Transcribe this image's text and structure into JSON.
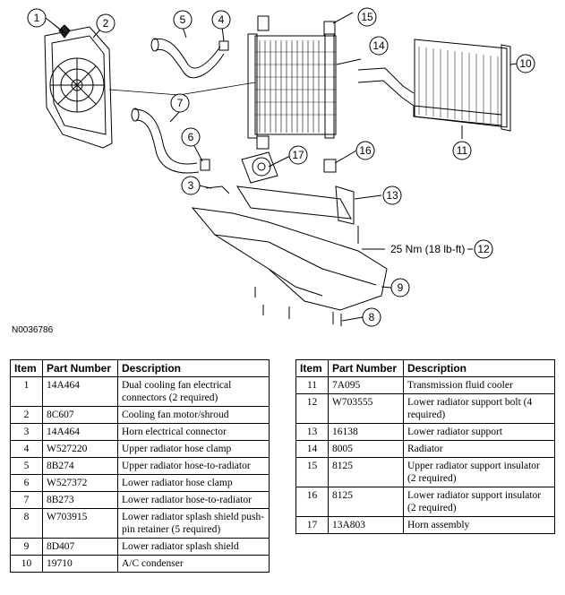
{
  "figure_id": "N0036786",
  "callouts": [
    "1",
    "2",
    "3",
    "4",
    "5",
    "6",
    "7",
    "8",
    "9",
    "10",
    "11",
    "12",
    "13",
    "14",
    "15",
    "16",
    "17"
  ],
  "torque_spec": "25 Nm (18 lb-ft)",
  "table_headers": {
    "item": "Item",
    "part_number": "Part Number",
    "description": "Description"
  },
  "parts_left": [
    {
      "item": "1",
      "part_number": "14A464",
      "description": "Dual cooling fan electrical connectors (2 required)"
    },
    {
      "item": "2",
      "part_number": "8C607",
      "description": "Cooling fan motor/shroud"
    },
    {
      "item": "3",
      "part_number": "14A464",
      "description": "Horn electrical connector"
    },
    {
      "item": "4",
      "part_number": "W527220",
      "description": "Upper radiator hose clamp"
    },
    {
      "item": "5",
      "part_number": "8B274",
      "description": "Upper radiator hose-to-radiator"
    },
    {
      "item": "6",
      "part_number": "W527372",
      "description": "Lower radiator hose clamp"
    },
    {
      "item": "7",
      "part_number": "8B273",
      "description": "Lower radiator hose-to-radiator"
    },
    {
      "item": "8",
      "part_number": "W703915",
      "description": "Lower radiator splash shield push-pin retainer (5 required)"
    },
    {
      "item": "9",
      "part_number": "8D407",
      "description": "Lower radiator splash shield"
    },
    {
      "item": "10",
      "part_number": "19710",
      "description": "A/C condenser"
    }
  ],
  "parts_right": [
    {
      "item": "11",
      "part_number": "7A095",
      "description": "Transmission fluid cooler"
    },
    {
      "item": "12",
      "part_number": "W703555",
      "description": "Lower radiator support bolt (4 required)"
    },
    {
      "item": "13",
      "part_number": "16138",
      "description": "Lower radiator support"
    },
    {
      "item": "14",
      "part_number": "8005",
      "description": "Radiator"
    },
    {
      "item": "15",
      "part_number": "8125",
      "description": "Upper radiator support insulator (2 required)"
    },
    {
      "item": "16",
      "part_number": "8125",
      "description": "Lower radiator support insulator (2 required)"
    },
    {
      "item": "17",
      "part_number": "13A803",
      "description": "Horn assembly"
    }
  ]
}
